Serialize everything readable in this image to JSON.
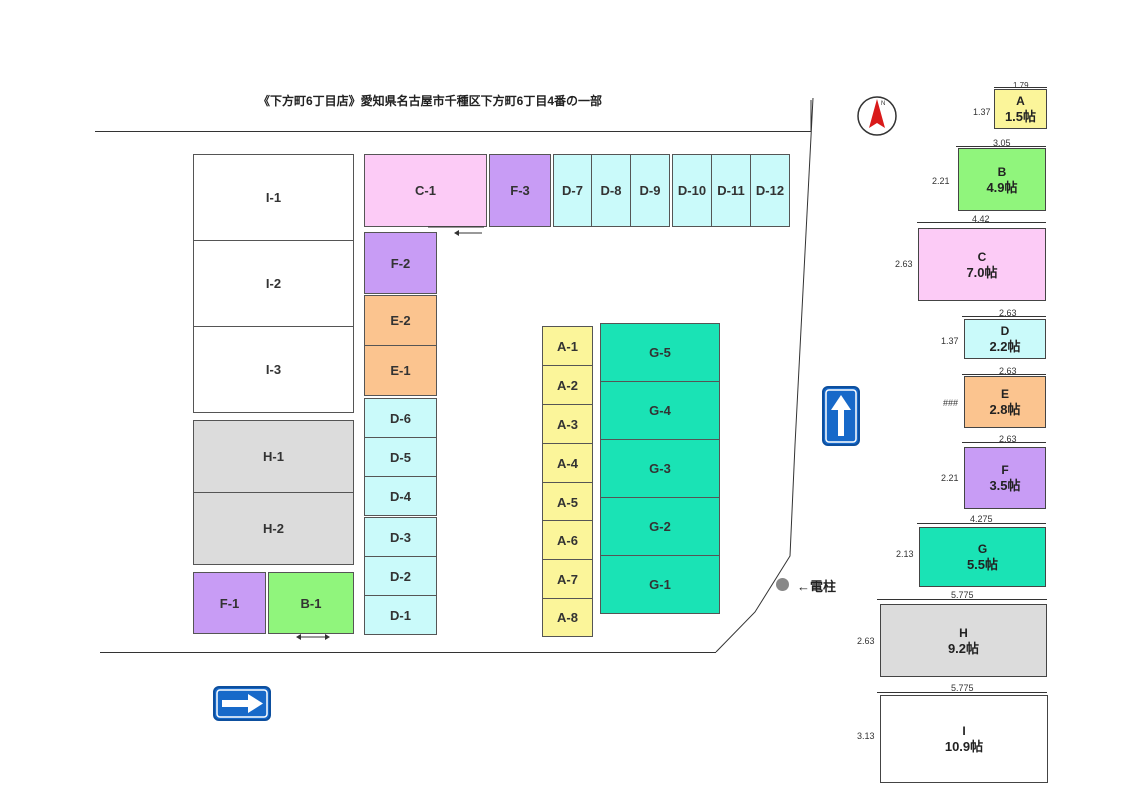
{
  "title": "《下方町6丁目店》愛知県名古屋市千種区下方町6丁目4番の一部",
  "units": {
    "I1": "I-1",
    "I2": "I-2",
    "I3": "I-3",
    "H1": "H-1",
    "H2": "H-2",
    "F1": "F-1",
    "B1": "B-1",
    "C1": "C-1",
    "F3": "F-3",
    "F2": "F-2",
    "E2": "E-2",
    "E1": "E-1",
    "D1": "D-1",
    "D2": "D-2",
    "D3": "D-3",
    "D4": "D-4",
    "D5": "D-5",
    "D6": "D-6",
    "D7": "D-7",
    "D8": "D-8",
    "D9": "D-9",
    "D10": "D-10",
    "D11": "D-11",
    "D12": "D-12",
    "A1": "A-1",
    "A2": "A-2",
    "A3": "A-3",
    "A4": "A-4",
    "A5": "A-5",
    "A6": "A-6",
    "A7": "A-7",
    "A8": "A-8",
    "G1": "G-1",
    "G2": "G-2",
    "G3": "G-3",
    "G4": "G-4",
    "G5": "G-5"
  },
  "pole_label": "←電柱",
  "compass_label": "N",
  "legend": [
    {
      "name": "A",
      "size": "1.5帖",
      "width": "1.79",
      "depth": "1.37",
      "color": "#fbf59a"
    },
    {
      "name": "B",
      "size": "4.9帖",
      "width": "3.05",
      "depth": "2.21",
      "color": "#90f57c"
    },
    {
      "name": "C",
      "size": "7.0帖",
      "width": "4.42",
      "depth": "2.63",
      "color": "#fccbf6"
    },
    {
      "name": "D",
      "size": "2.2帖",
      "width": "2.63",
      "depth": "1.37",
      "color": "#cafafa"
    },
    {
      "name": "E",
      "size": "2.8帖",
      "width": "2.63",
      "depth": "###",
      "color": "#fbc48f"
    },
    {
      "name": "F",
      "size": "3.5帖",
      "width": "2.63",
      "depth": "2.21",
      "color": "#c89cf5"
    },
    {
      "name": "G",
      "size": "5.5帖",
      "width": "4.275",
      "depth": "2.13",
      "color": "#1ae3b5"
    },
    {
      "name": "H",
      "size": "9.2帖",
      "width": "5.775",
      "depth": "2.63",
      "color": "#dcdcdc"
    },
    {
      "name": "I",
      "size": "10.9帖",
      "width": "5.775",
      "depth": "3.13",
      "color": "#ffffff"
    }
  ]
}
